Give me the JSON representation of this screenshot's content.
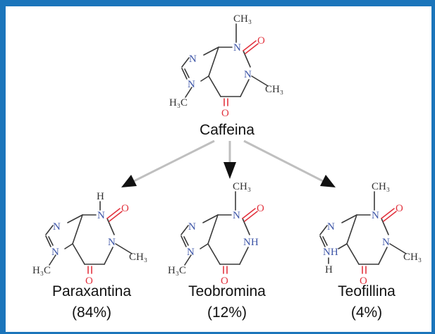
{
  "compounds": {
    "caffeine": {
      "name": "Caffeina"
    },
    "paraxanthine": {
      "name": "Paraxantina",
      "percent": "(84%)"
    },
    "theobromine": {
      "name": "Teobromina",
      "percent": "(12%)"
    },
    "theophylline": {
      "name": "Teofillina",
      "percent": "(4%)"
    }
  },
  "atoms": {
    "n": "N",
    "nh": "NH",
    "o": "O",
    "h": "H",
    "ch3": "CH₃",
    "h3c": "H₃C"
  },
  "colors": {
    "frame": "#1b75bb",
    "nitrogen": "#3f57a8",
    "oxygen": "#e2343f",
    "arrow": "#bfbfbf",
    "arrowhead": "#111111"
  }
}
